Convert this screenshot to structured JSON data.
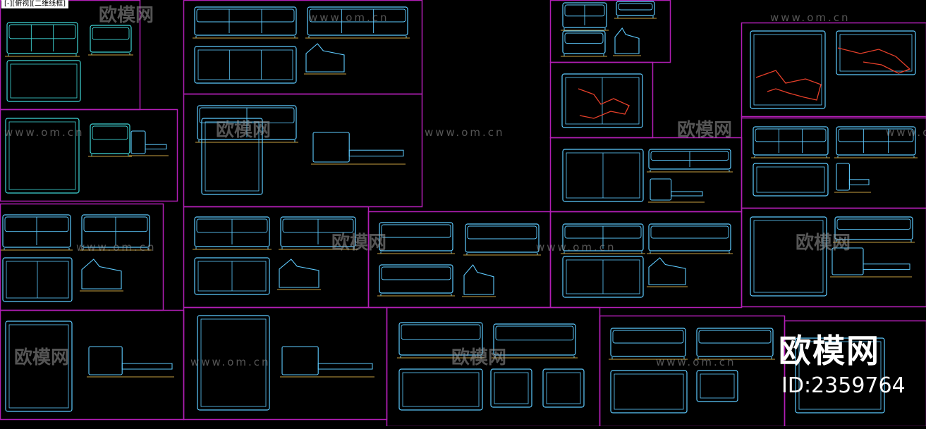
{
  "view": {
    "tab_label": "[-][俯视][二维线框]"
  },
  "watermark": {
    "logo_text": "欧模网",
    "url_text": "www.om.cn"
  },
  "brand": {
    "name": "欧模网",
    "id_text": "ID:2359764"
  },
  "colors": {
    "background": "#000000",
    "frame": "#b21eb5",
    "furniture": "#5ecbff",
    "furniture_alt": "#3fd6d6",
    "floor_line": "#c8a040",
    "figure": "#e8402a",
    "watermark": "#9a9a9a"
  }
}
